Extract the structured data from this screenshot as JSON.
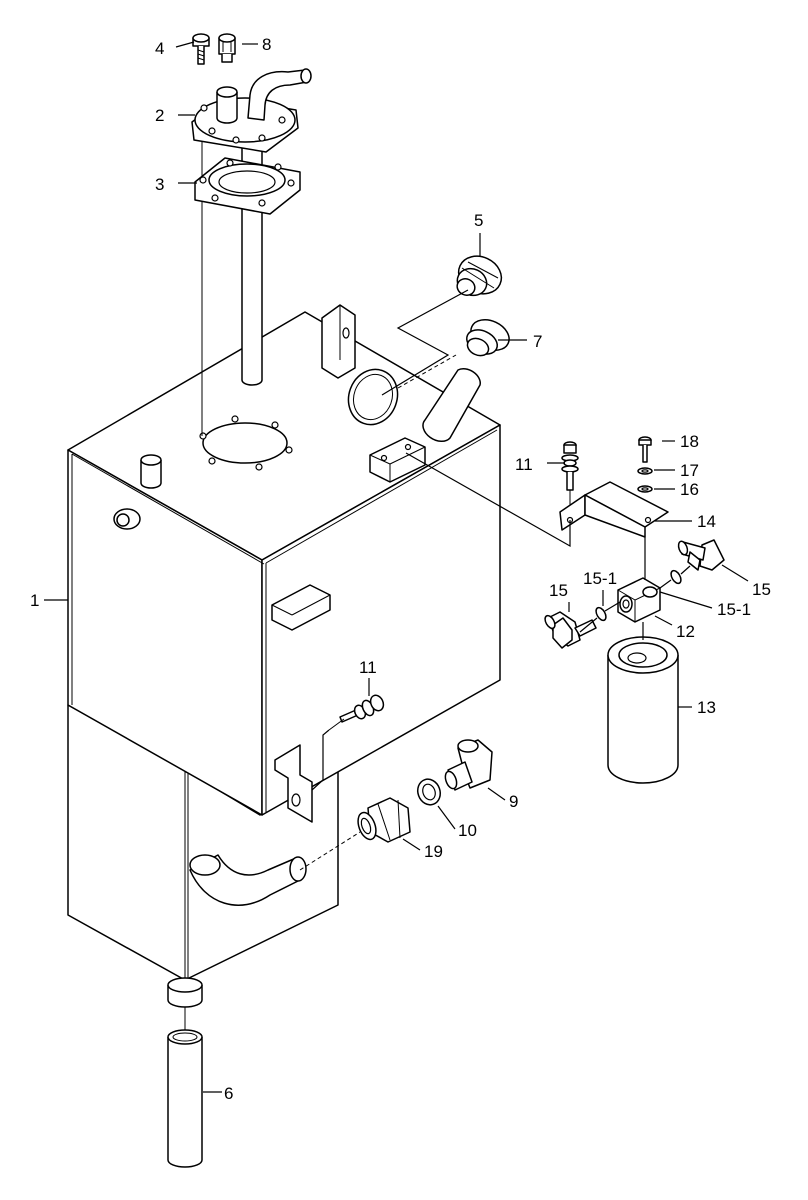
{
  "callouts": {
    "c1": "1",
    "c2": "2",
    "c3": "3",
    "c4": "4",
    "c5": "5",
    "c6": "6",
    "c7": "7",
    "c8": "8",
    "c9": "9",
    "c10": "10",
    "c11a": "11",
    "c11b": "11",
    "c12": "12",
    "c13": "13",
    "c14": "14",
    "c15a": "15",
    "c15b": "15",
    "c15_1a": "15-1",
    "c15_1b": "15-1",
    "c16": "16",
    "c17": "17",
    "c18": "18",
    "c19": "19"
  }
}
